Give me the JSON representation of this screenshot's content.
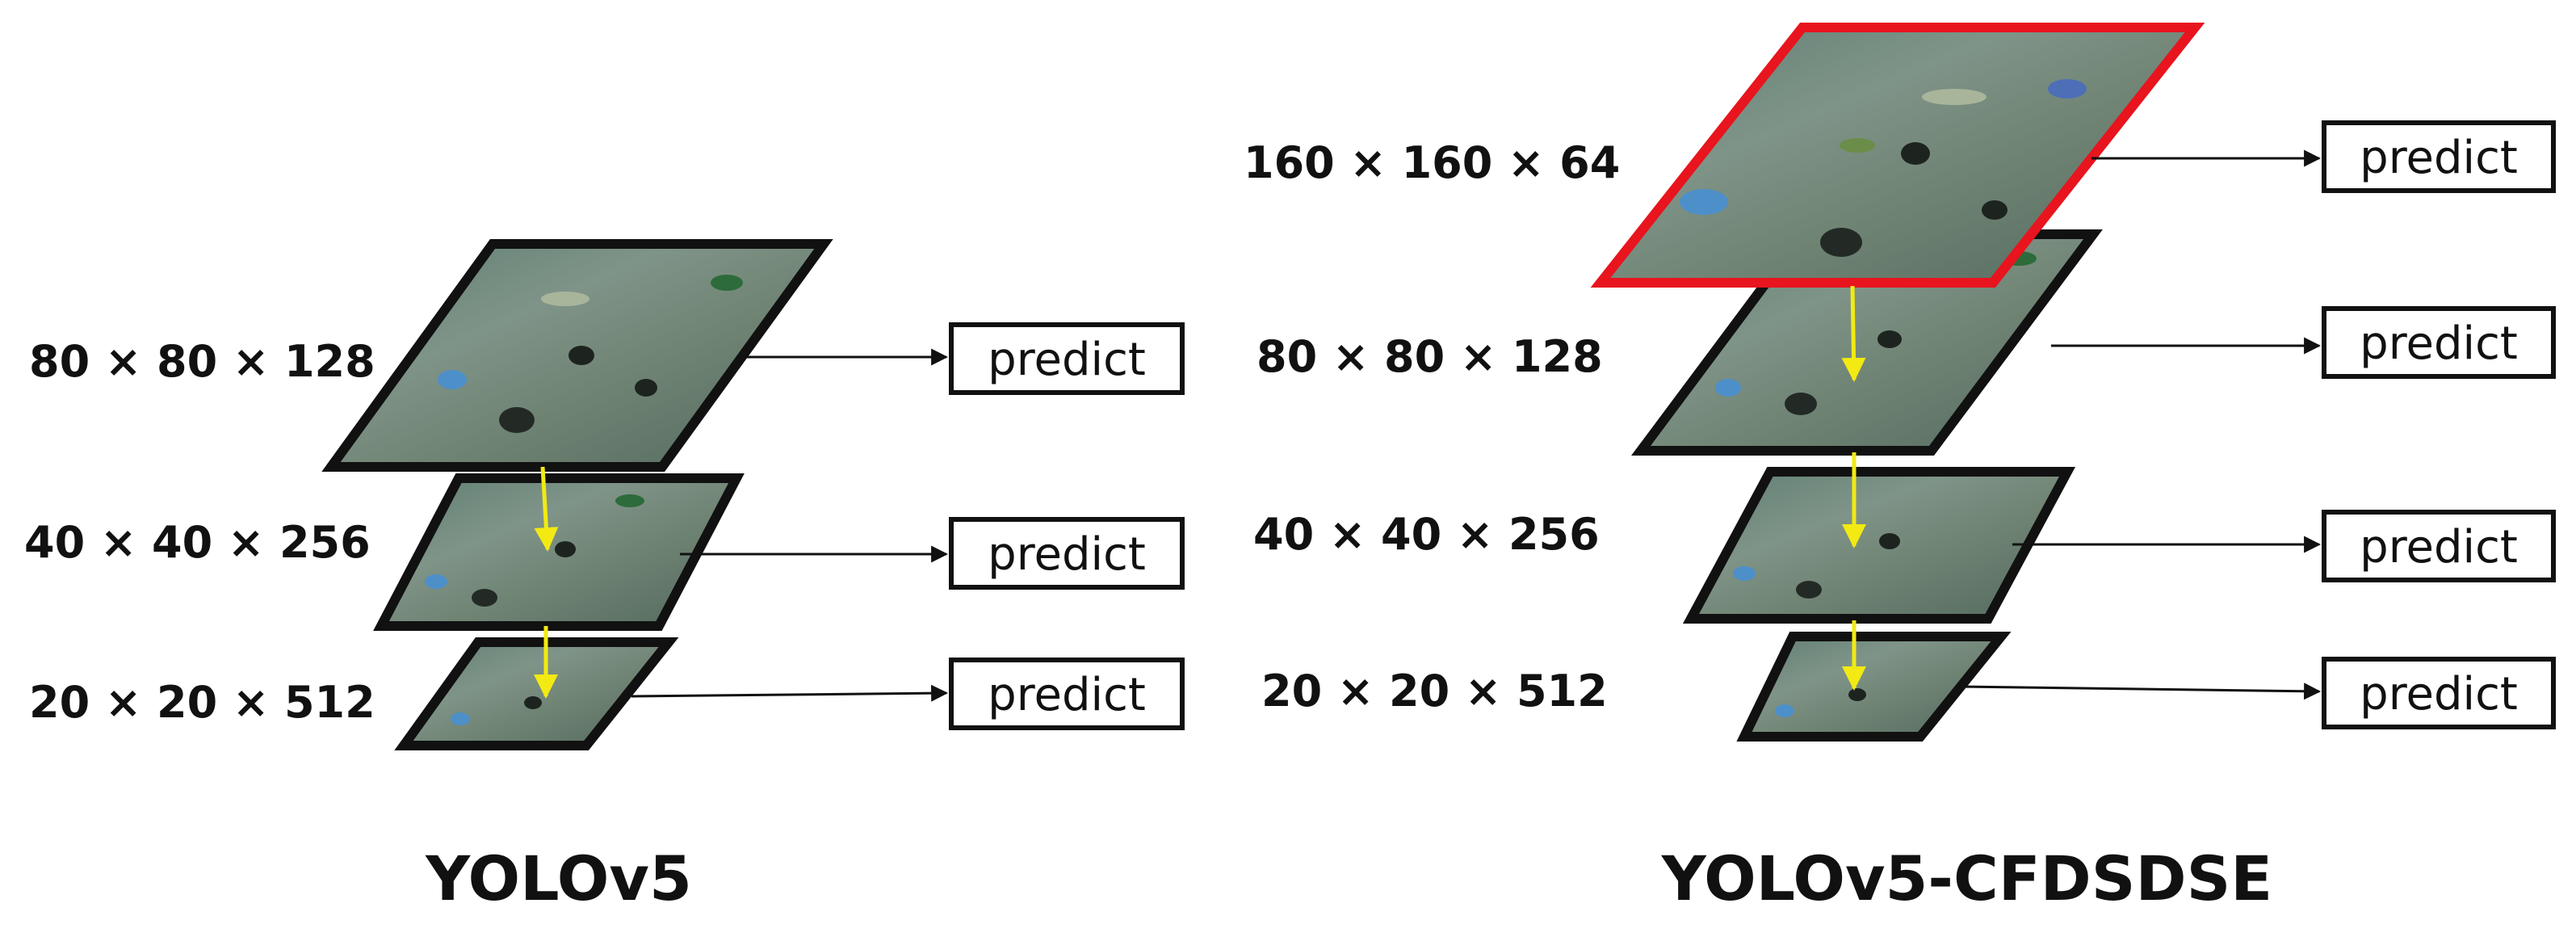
{
  "diagrams": [
    {
      "title": "YOLOv5",
      "levels": [
        {
          "dims": "80 × 80 × 128",
          "output": "predict"
        },
        {
          "dims": "40 × 40 × 256",
          "output": "predict"
        },
        {
          "dims": "20 × 20 × 512",
          "output": "predict"
        }
      ]
    },
    {
      "title": "YOLOv5-CFDSDSE",
      "levels": [
        {
          "dims": "160 × 160 × 64",
          "output": "predict",
          "highlighted": true
        },
        {
          "dims": "80 × 80 × 128",
          "output": "predict"
        },
        {
          "dims": "40 × 40 × 256",
          "output": "predict"
        },
        {
          "dims": "20 × 20 × 512",
          "output": "predict"
        }
      ]
    }
  ],
  "colors": {
    "highlight_border": "#e8141e",
    "frame_border": "#111111",
    "upsample_arrow": "#f2ea12",
    "tile_base": "#5e7a6e"
  },
  "icons": [
    "underwater-feature-map-image",
    "arrow-right-icon",
    "arrow-down-icon"
  ]
}
